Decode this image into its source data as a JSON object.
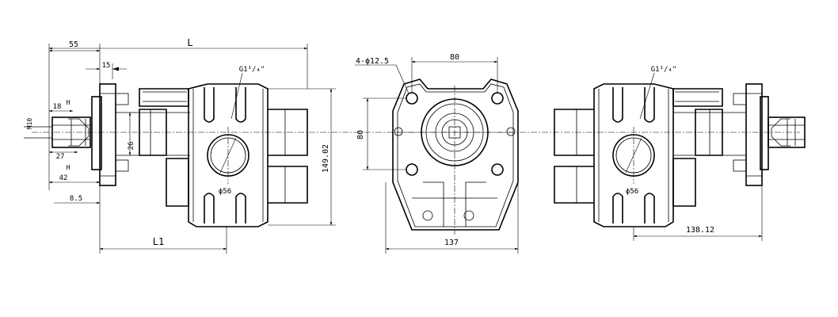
{
  "drawing": {
    "left_view": {
      "dim_L": "L",
      "dim_55": "55",
      "dim_15": "15",
      "dim_M10": "M10",
      "dim_18": "18",
      "dim_H_top": "H",
      "dim_27": "27",
      "dim_H_bottom": "H",
      "dim_42": "42",
      "dim_8_5": "8.5",
      "dim_26": "26",
      "port_thread": "G1¹/₄\"",
      "dim_149": "149.02",
      "port_dia": "ϕ56",
      "dim_L1": "L1"
    },
    "front_view": {
      "bolt_holes": "4-ϕ12.5",
      "dim_80_h": "80",
      "dim_80_v": "80",
      "dim_137": "137"
    },
    "right_view": {
      "port_thread": "G1¹/₄\"",
      "port_dia": "ϕ56",
      "dim_138": "138.12"
    }
  }
}
